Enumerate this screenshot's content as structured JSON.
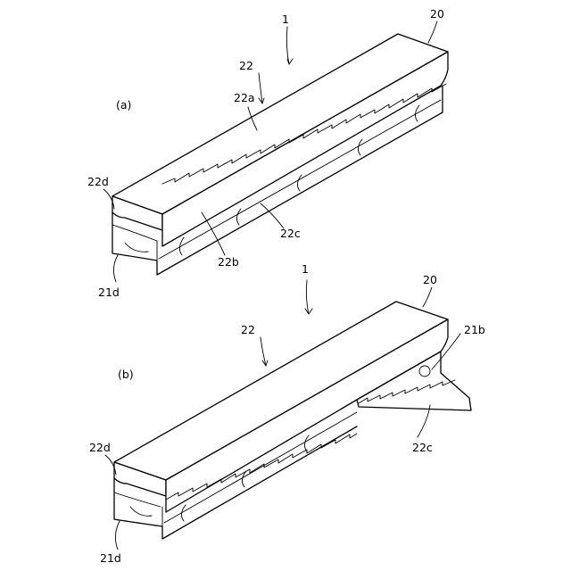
{
  "figure": {
    "panel_a": {
      "tag": "(a)",
      "labels": {
        "ref_1": "1",
        "ref_20": "20",
        "ref_22": "22",
        "ref_22a": "22a",
        "ref_22b": "22b",
        "ref_22c": "22c",
        "ref_22d": "22d",
        "ref_21d": "21d"
      }
    },
    "panel_b": {
      "tag": "(b)",
      "labels": {
        "ref_1": "1",
        "ref_20": "20",
        "ref_22": "22",
        "ref_21b": "21b",
        "ref_22c": "22c",
        "ref_22d": "22d",
        "ref_21d": "21d"
      }
    }
  }
}
